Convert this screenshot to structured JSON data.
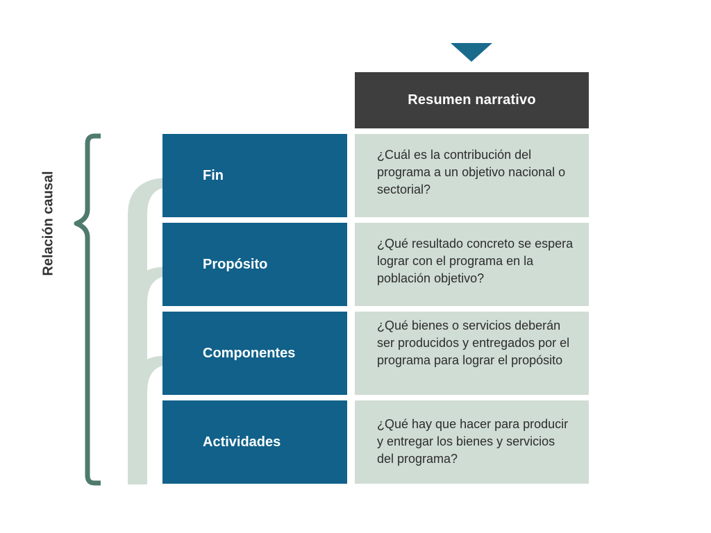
{
  "header": {
    "title": "Resumen narrativo"
  },
  "causal_label": "Relación causal",
  "rows": [
    {
      "level": "Fin",
      "question": "¿Cuál es la contribución del programa a un objetivo nacional o sectorial?"
    },
    {
      "level": "Propósito",
      "question": "¿Qué resultado concreto se espera lograr con el programa en la población objetivo?"
    },
    {
      "level": "Componentes",
      "question": "¿Qué bienes o servicios deberán ser producidos y entregados por el programa para lograr el propósito"
    },
    {
      "level": "Actividades",
      "question": "¿Qué hay que hacer para producir y entregar los bienes y servicios del programa?"
    }
  ],
  "colors": {
    "level_fill": "#11618a",
    "question_fill": "#d0ddd4",
    "header_fill": "#3e3e3e",
    "pointer": "#1a6a8c",
    "brace": "#4f7a6e",
    "arrow": "#d0ddd4"
  },
  "icons": [
    "down-triangle-icon",
    "curly-brace-icon",
    "curved-arrow-icon"
  ]
}
